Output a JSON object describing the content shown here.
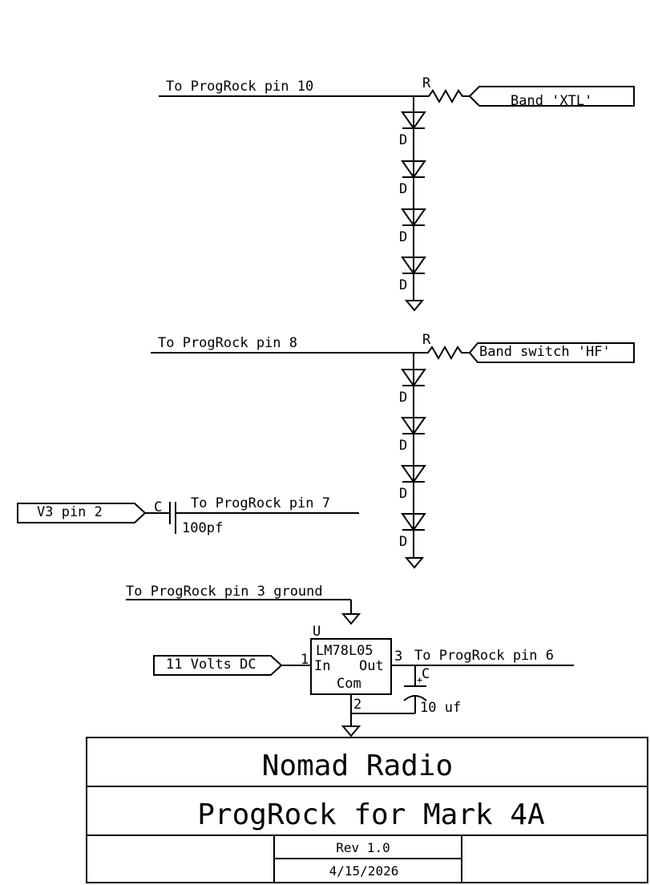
{
  "top_network": {
    "net_label": "To ProgRock pin 10",
    "resistor_label": "R",
    "port_label": "Band 'XTL'",
    "diode_labels": [
      "D",
      "D",
      "D",
      "D"
    ]
  },
  "middle_network": {
    "net_label": "To ProgRock pin 8",
    "resistor_label": "R",
    "port_label": "Band switch 'HF'",
    "diode_labels": [
      "D",
      "D",
      "D",
      "D"
    ]
  },
  "coupling": {
    "port_label": "V3 pin 2",
    "cap_label": "C",
    "cap_value": "100pf",
    "net_label": "To ProgRock pin 7"
  },
  "regulator": {
    "ground_net_label": "To ProgRock pin 3 ground",
    "ref": "U",
    "part": "LM78L05",
    "pin_in": "In",
    "pin_out": "Out",
    "pin_com": "Com",
    "pin1": "1",
    "pin2": "2",
    "pin3": "3",
    "input_port_label": "11 Volts DC",
    "output_net_label": "To ProgRock pin 6",
    "cap_label": "C",
    "cap_plus": "+",
    "cap_value": "10 uf"
  },
  "title_block": {
    "company": "Nomad Radio",
    "title": "ProgRock for Mark 4A",
    "revision": "Rev 1.0",
    "date": "4/15/2026"
  }
}
